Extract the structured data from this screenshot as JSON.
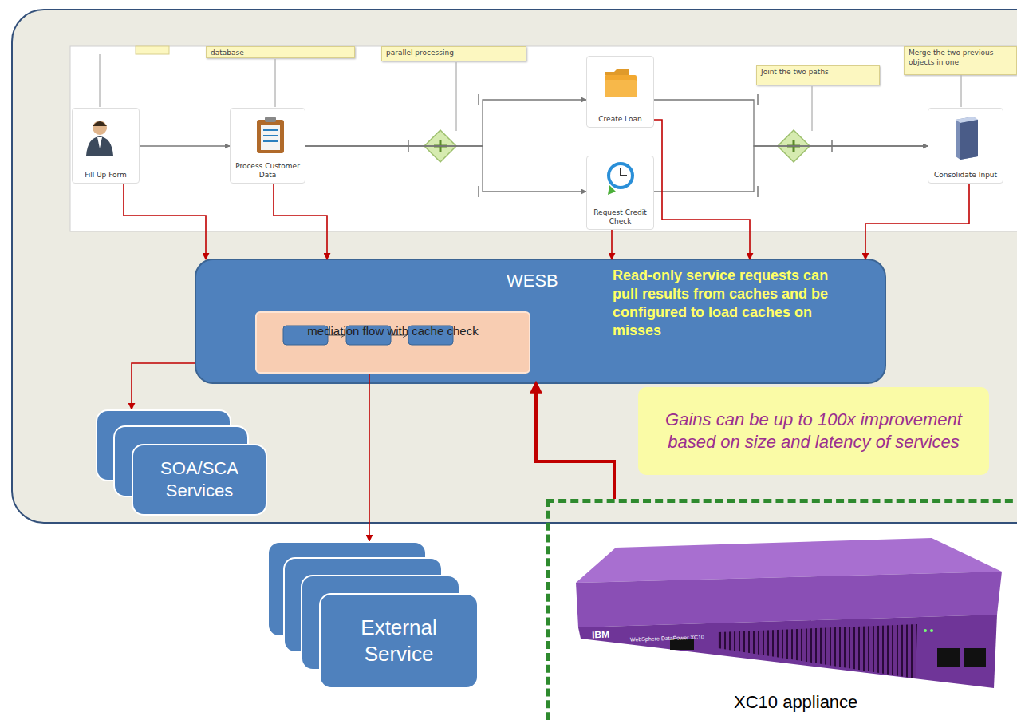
{
  "diagram": {
    "nodes": [
      {
        "text": [
          "Fill Up Form"
        ]
      },
      {
        "text": [
          "Process Customer Data"
        ]
      },
      {
        "text": [
          "Create Loan"
        ]
      },
      {
        "text": [
          "Request Credit Check"
        ]
      },
      {
        "text": [
          "Consolidate Input"
        ]
      },
      {
        "text": [
          "WESB",
          "Read-only service requests can pull results from caches and be configured to load caches on misses"
        ]
      },
      {
        "text": [
          "mediation flow with cache check"
        ],
        "in": 5
      },
      {
        "text": [
          "Gains can be up to 100x improvement based on size and latency of services"
        ]
      },
      {
        "text": [
          "SOA/SCA Services"
        ]
      },
      {
        "text": [
          "External Service"
        ]
      },
      {
        "text": [
          "XC10 appliance"
        ]
      },
      {
        "text": [
          "database"
        ]
      },
      {
        "text": [
          "parallel processing"
        ]
      },
      {
        "text": [
          "Joint the two paths"
        ]
      },
      {
        "text": [
          "Merge the two previous objects in one"
        ]
      }
    ],
    "edges": [
      {
        "from": 0,
        "to": 1,
        "arrow": "to"
      },
      {
        "from": 1,
        "to": 2,
        "arrow": "to"
      },
      {
        "from": 1,
        "to": 3,
        "arrow": "to"
      },
      {
        "from": 2,
        "to": 4,
        "arrow": "to"
      },
      {
        "from": 3,
        "to": 4,
        "arrow": "to"
      },
      {
        "from": 0,
        "to": 5,
        "arrow": "to"
      },
      {
        "from": 1,
        "to": 5,
        "arrow": "to"
      },
      {
        "from": 2,
        "to": 5,
        "arrow": "to"
      },
      {
        "from": 3,
        "to": 5,
        "arrow": "to"
      },
      {
        "from": 4,
        "to": 5,
        "arrow": "to"
      },
      {
        "from": 5,
        "to": 8,
        "arrow": "to"
      },
      {
        "from": 6,
        "to": 9,
        "arrow": "to"
      },
      {
        "from": 10,
        "to": 5,
        "arrow": "to"
      }
    ],
    "labels": [
      "IBM",
      "WebSphere DataPower XC10"
    ]
  }
}
